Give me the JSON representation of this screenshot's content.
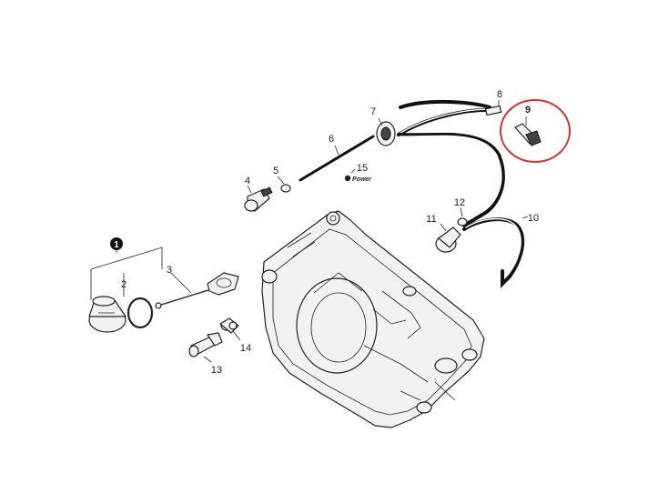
{
  "callouts": {
    "c1": "1",
    "c2": "2",
    "c3": "3",
    "c4": "4",
    "c5": "5",
    "c6": "6",
    "c7": "7",
    "c8": "8",
    "c9": "9",
    "c10": "10",
    "c11": "11",
    "c12": "12",
    "c13": "13",
    "c14": "14",
    "c15": "15"
  },
  "brand_mark": "Power",
  "highlight_color": "#d9302c"
}
